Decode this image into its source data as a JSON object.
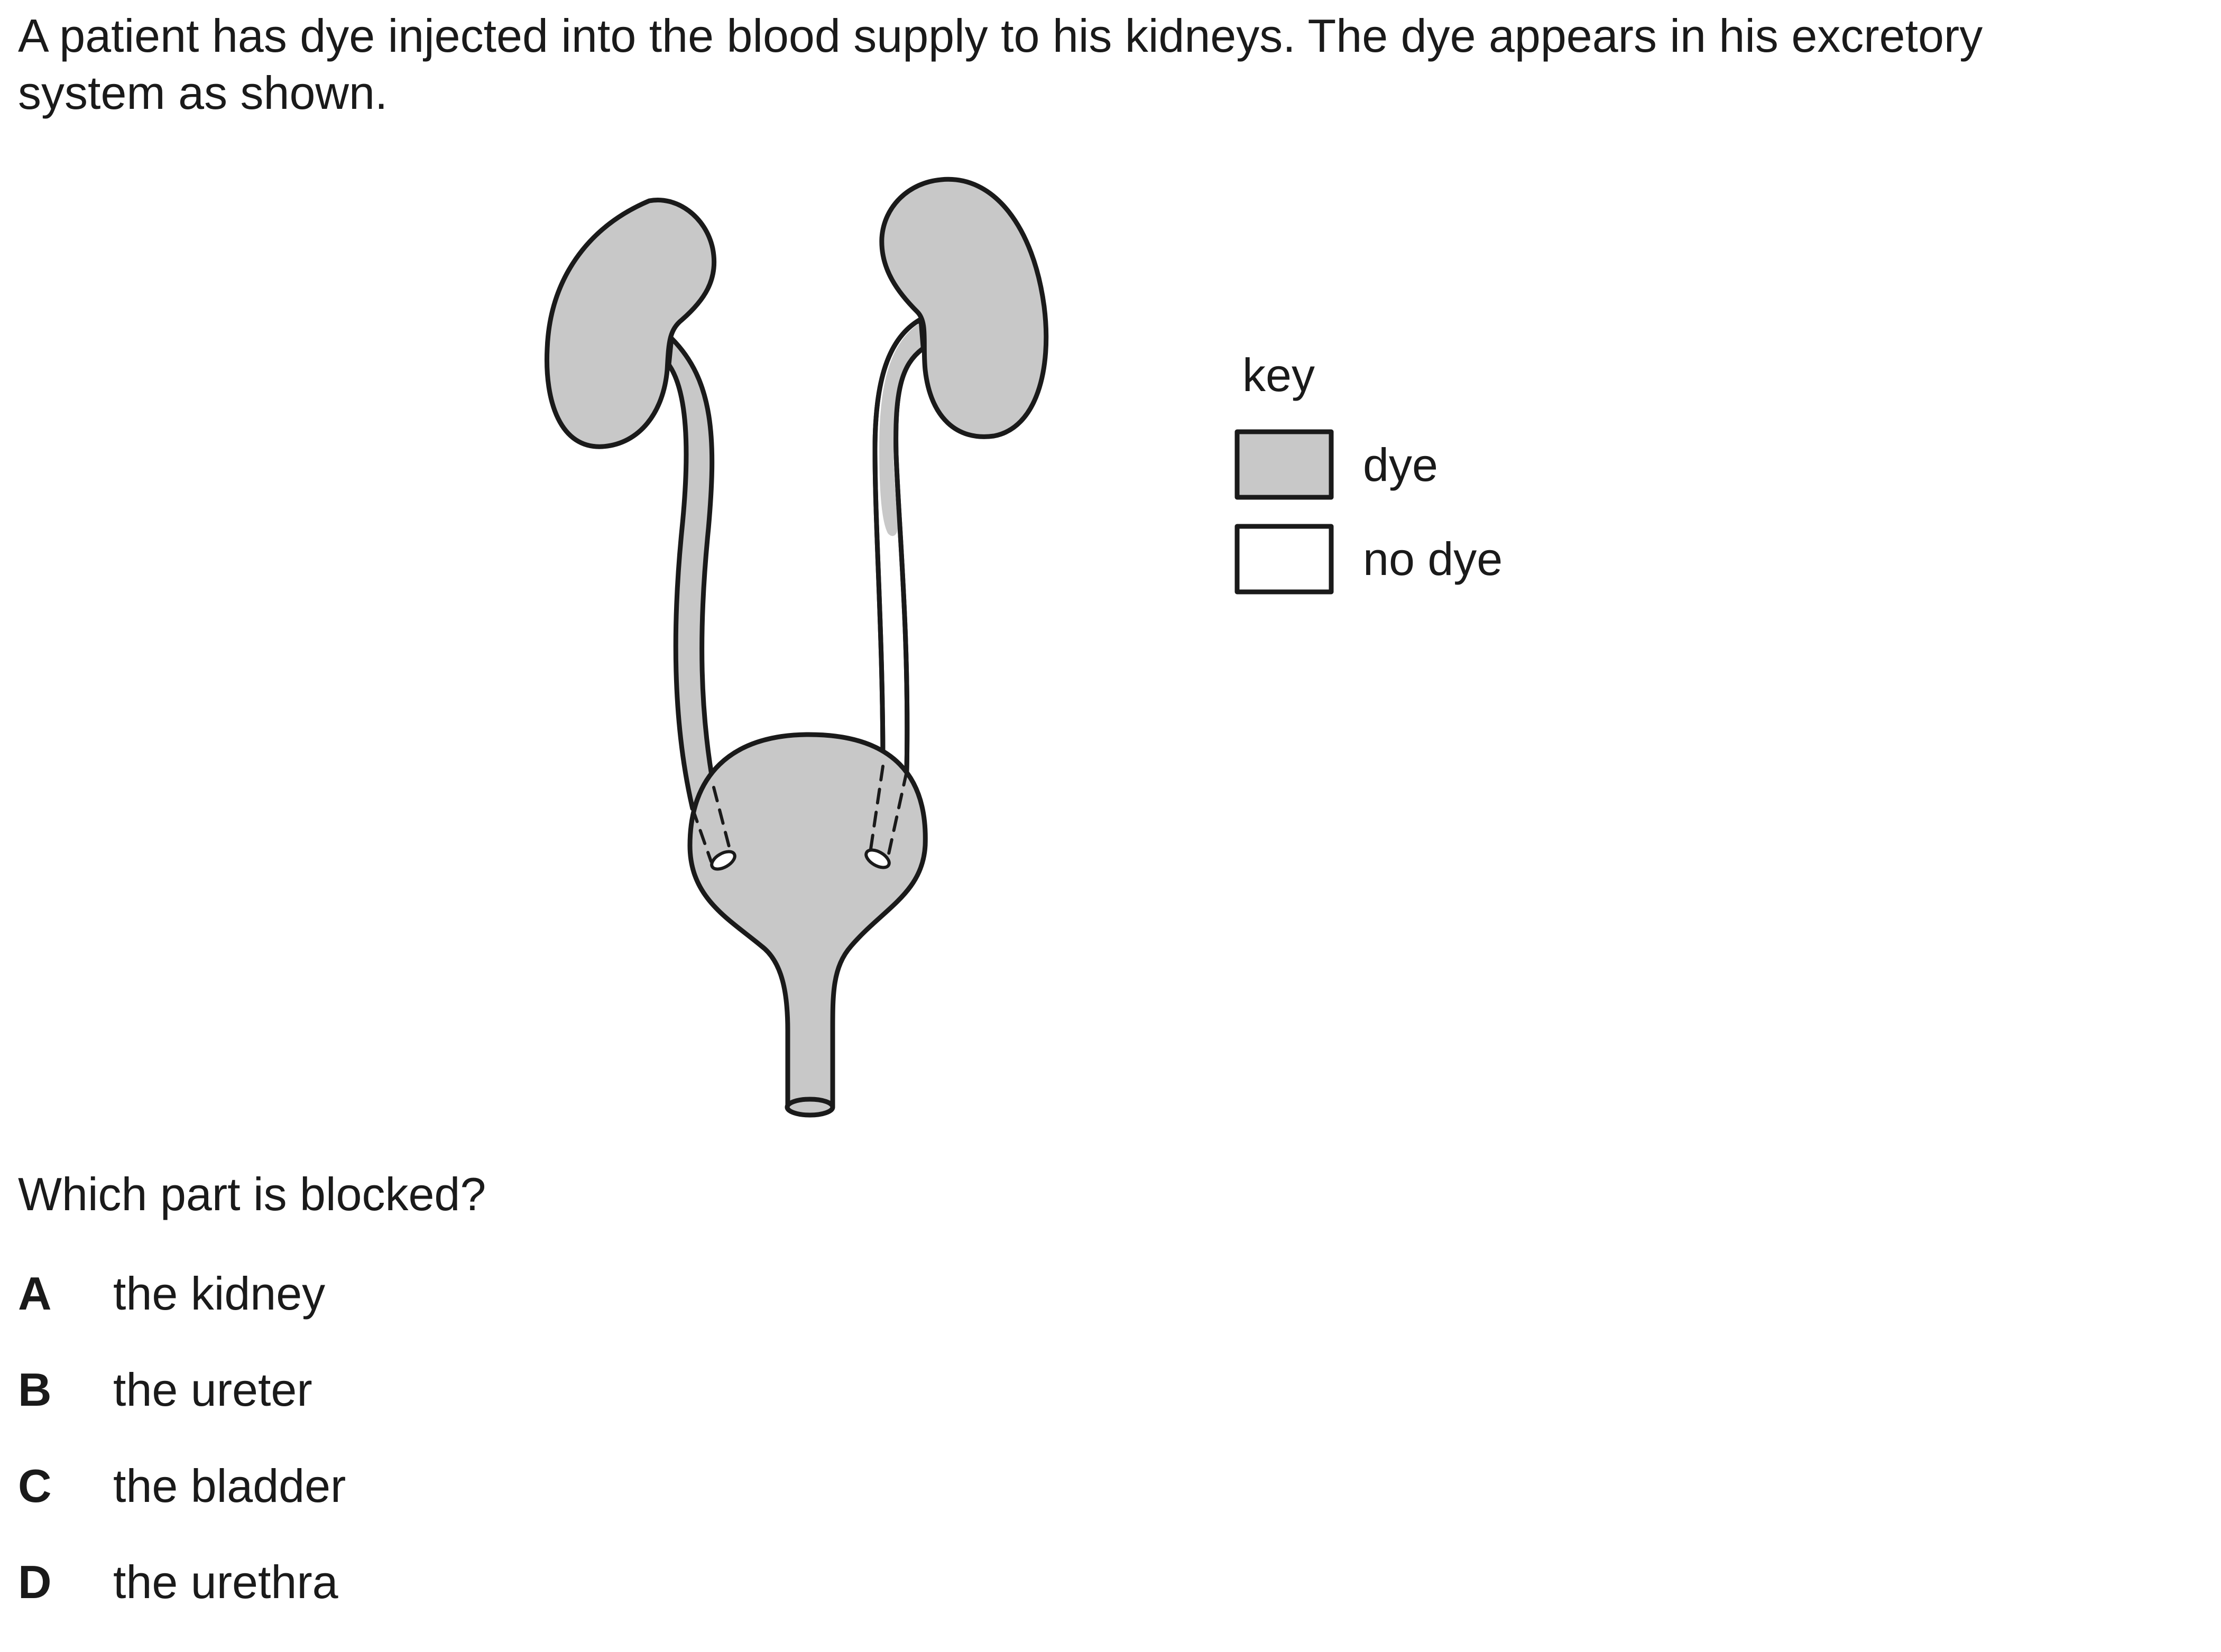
{
  "question": {
    "stem_line1": "A patient has dye injected into the blood supply to his kidneys. The dye appears in his excretory",
    "stem_line2": "system as shown.",
    "prompt": "Which part is blocked?"
  },
  "key": {
    "title": "key",
    "dye_label": "dye",
    "no_dye_label": "no dye"
  },
  "options": [
    {
      "letter": "A",
      "text": "the kidney"
    },
    {
      "letter": "B",
      "text": "the ureter"
    },
    {
      "letter": "C",
      "text": "the bladder"
    },
    {
      "letter": "D",
      "text": "the urethra"
    }
  ],
  "colors": {
    "dye": "#c8c8c8",
    "no_dye": "#ffffff",
    "outline": "#1a1a1a"
  }
}
